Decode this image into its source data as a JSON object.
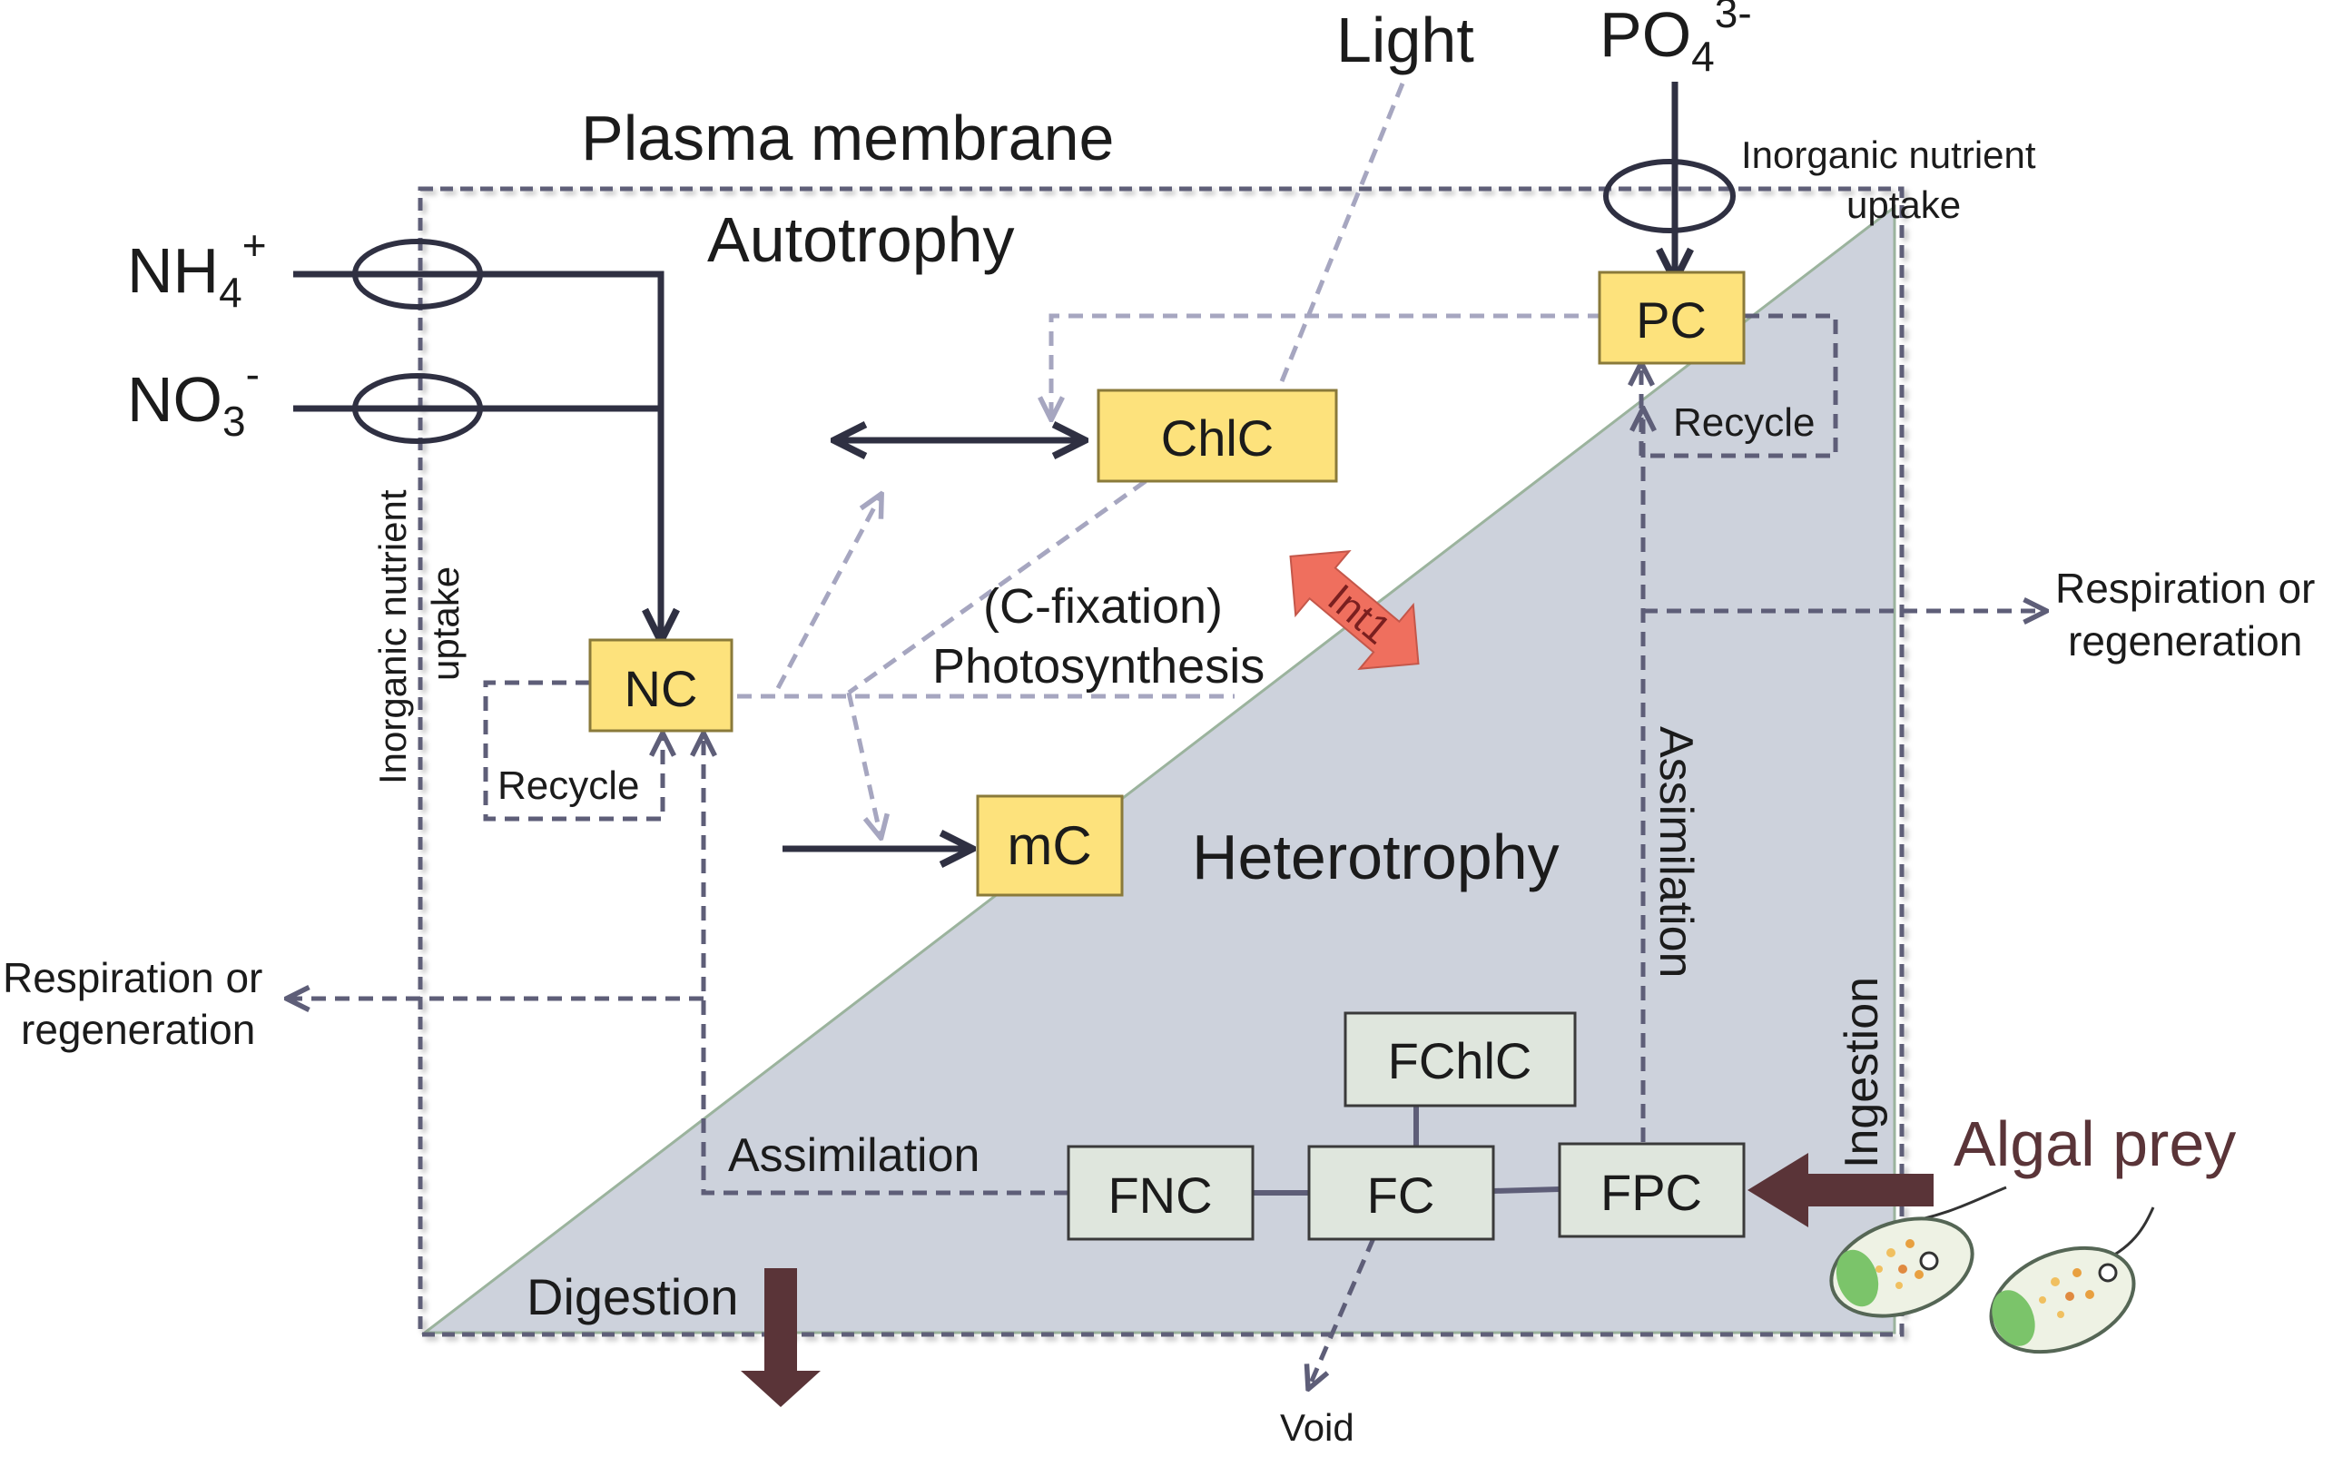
{
  "title": "Plasma membrane",
  "regions": {
    "autotrophy": "Autotrophy",
    "heterotrophy": "Heterotrophy"
  },
  "inputs": {
    "light": "Light",
    "ammonium": {
      "base": "NH",
      "sub": "4",
      "sup": "+"
    },
    "nitrate": {
      "base": "NO",
      "sub": "3",
      "sup": "-"
    },
    "phosphate": {
      "base": "PO",
      "sub": "4",
      "sup": "3-"
    }
  },
  "labels": {
    "uptake_top_line1": "Inorganic nutrient",
    "uptake_top_line2": "uptake",
    "uptake_left_line1": "Inorganic nutrient",
    "uptake_left_line2": "uptake",
    "recycle_left": "Recycle",
    "recycle_right": "Recycle",
    "c_fixation": "(C-fixation)",
    "photosynthesis": "Photosynthesis",
    "int1": "Int1",
    "respiration_right_line1": "Respiration or",
    "respiration_right_line2": "regeneration",
    "respiration_left_line1": "Respiration or",
    "respiration_left_line2": "regeneration",
    "assimilation_vertical": "Assimilation",
    "assimilation_bottom": "Assimilation",
    "ingestion": "Ingestion",
    "digestion": "Digestion",
    "void": "Void",
    "algal_prey": "Algal prey"
  },
  "boxes": {
    "nc": "NC",
    "chlc": "ChlC",
    "pc": "PC",
    "mc": "mC",
    "fnc": "FNC",
    "fc": "FC",
    "fpc": "FPC",
    "fchlc": "FChlC"
  },
  "colors": {
    "heterotrophy_fill": "#cdd2dc",
    "pool_box": "#fde27c",
    "food_box": "#dfe6dd",
    "solid_arrow": "#2f3042",
    "dashed_light": "#a6a6c0",
    "dashed_dark": "#5e5e78",
    "prey_arrow": "#5a3438",
    "algal_prey_text": "#5a3438",
    "int1_arrow": "#ef6f5e"
  }
}
